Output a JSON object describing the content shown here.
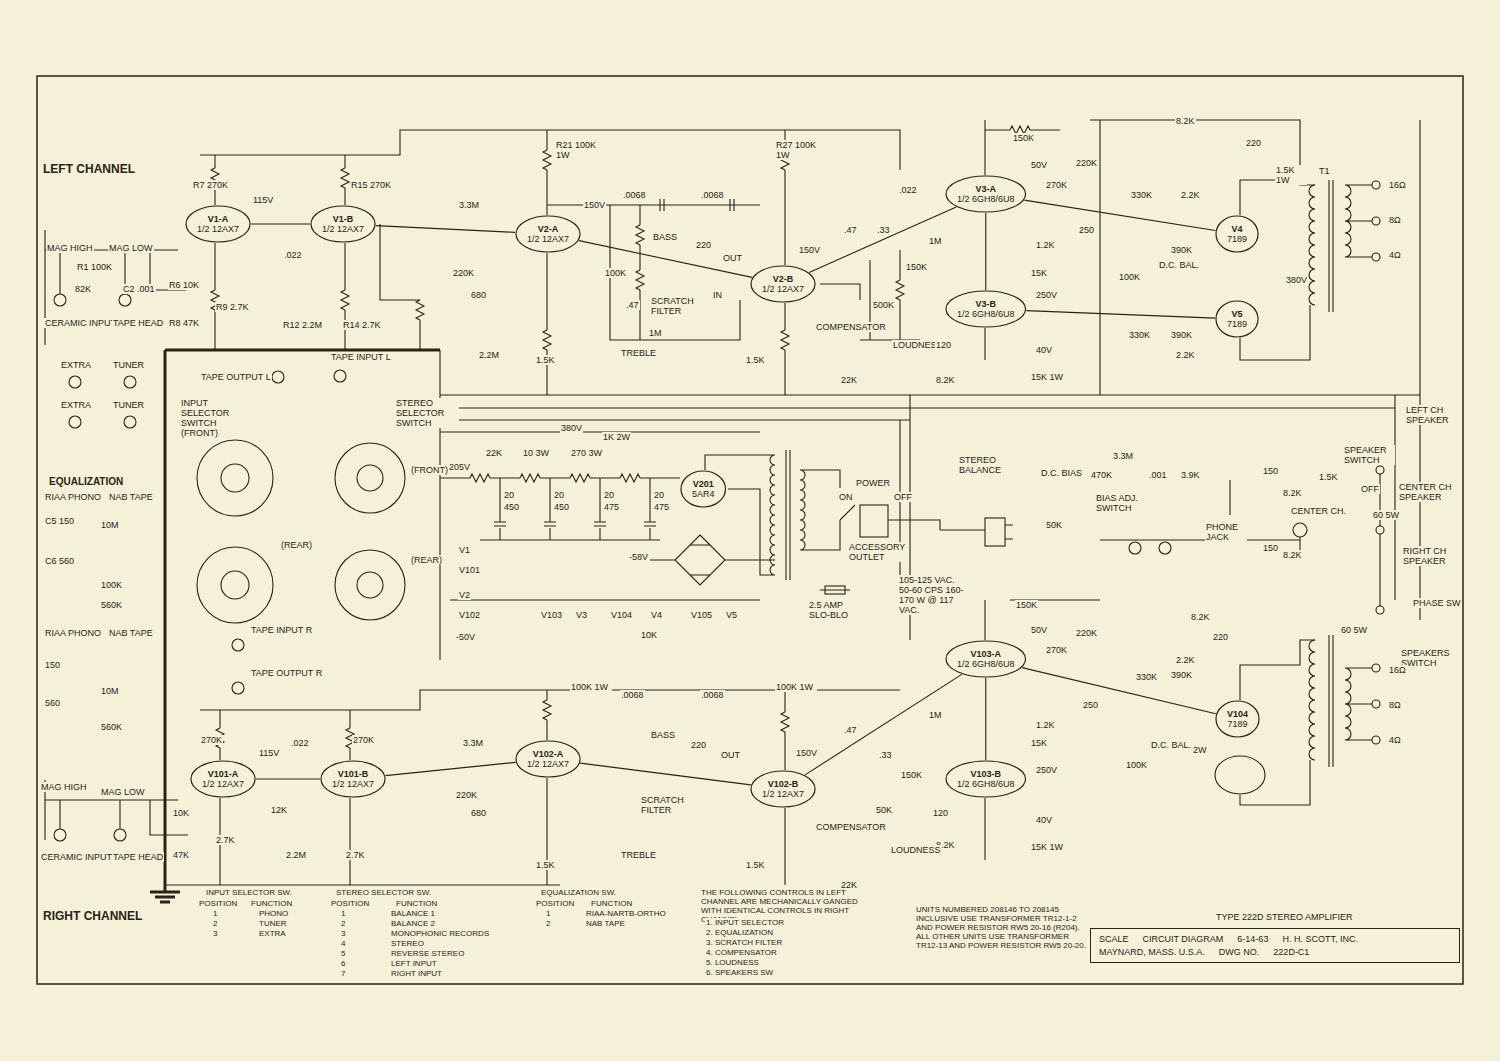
{
  "diagram": {
    "nodes": [
      {
        "text": [
          "V1-A",
          "1/2 12AX7"
        ]
      },
      {
        "text": [
          "V1-B",
          "1/2 12AX7"
        ]
      },
      {
        "text": [
          "V2-A",
          "1/2 12AX7"
        ]
      },
      {
        "text": [
          "V2-B",
          "1/2 12AX7"
        ]
      },
      {
        "text": [
          "V3-A",
          "1/2 6GH8/6U8"
        ]
      },
      {
        "text": [
          "V3-B",
          "1/2 6GH8/6U8"
        ]
      },
      {
        "text": [
          "V4",
          "7189"
        ]
      },
      {
        "text": [
          "V5",
          "7189"
        ]
      },
      {
        "text": [
          "V201",
          "5AR4"
        ]
      },
      {
        "text": [
          "V101-A",
          "1/2 12AX7"
        ]
      },
      {
        "text": [
          "V101-B",
          "1/2 12AX7"
        ]
      },
      {
        "text": [
          "V102-A",
          "1/2 12AX7"
        ]
      },
      {
        "text": [
          "V102-B",
          "1/2 12AX7"
        ]
      },
      {
        "text": [
          "V103-A",
          "1/2 6GH8/6U8"
        ]
      },
      {
        "text": [
          "V103-B",
          "1/2 6GH8/6U8"
        ]
      },
      {
        "text": [
          "V104",
          "7189"
        ]
      },
      {
        "text": [
          "SCALE",
          "CIRCUIT DIAGRAM",
          "6-14-63",
          "H. H. SCOTT, INC.",
          "MAYNARD, MASS. U.S.A.",
          "DWG NO.",
          "222D-C1"
        ]
      }
    ],
    "edges": [
      {
        "from": 0,
        "to": 1,
        "arrow": "none"
      },
      {
        "from": 1,
        "to": 2,
        "arrow": "none"
      },
      {
        "from": 2,
        "to": 3,
        "arrow": "none"
      },
      {
        "from": 3,
        "to": 4,
        "arrow": "none"
      },
      {
        "from": 4,
        "to": 5,
        "arrow": "none"
      },
      {
        "from": 4,
        "to": 6,
        "arrow": "none"
      },
      {
        "from": 5,
        "to": 7,
        "arrow": "none"
      },
      {
        "from": 9,
        "to": 10,
        "arrow": "none"
      },
      {
        "from": 10,
        "to": 11,
        "arrow": "none"
      },
      {
        "from": 11,
        "to": 12,
        "arrow": "none"
      },
      {
        "from": 12,
        "to": 13,
        "arrow": "none"
      },
      {
        "from": 13,
        "to": 14,
        "arrow": "none"
      },
      {
        "from": 13,
        "to": 15,
        "arrow": "none"
      }
    ],
    "labels": [
      "LEFT CHANNEL",
      "RIGHT CHANNEL",
      "MAG HIGH",
      "MAG LOW",
      "R1 100K",
      "82K",
      "C2 .001",
      "CERAMIC INPUT",
      "TAPE HEAD",
      "R7 270K",
      "115V",
      ".022",
      "R15 270K",
      "R6 10K",
      "R9 2.7K",
      "R12 2.2M",
      "R14 2.7K",
      "R8 47K",
      "EXTRA",
      "TUNER",
      "EXTRA",
      "TUNER",
      "EQUALIZATION",
      "RIAA PHONO",
      "NAB TAPE",
      "C5 150",
      "10M",
      "C6 560",
      "100K",
      "560K",
      "INPUT SELECTOR SWITCH (FRONT)",
      "(REAR)",
      "TAPE OUTPUT L",
      "TAPE INPUT L",
      "STEREO SELECTOR SWITCH",
      "(FRONT)",
      "(REAR)",
      "TAPE INPUT R",
      "TAPE OUTPUT R",
      "RIAA PHONO",
      "NAB TAPE",
      "150",
      "10M",
      "560",
      "560K",
      "MAG HIGH",
      "MAG LOW",
      "CERAMIC INPUT",
      "TAPE HEAD",
      "3.3M",
      "220K",
      "680",
      "2.2M",
      "1.5K",
      "R21 100K 1W",
      "150V",
      ".0068",
      ".0068",
      "BASS",
      "SCRATCH FILTER",
      "220",
      "OUT",
      "IN",
      "TREBLE",
      "1M",
      ".47",
      "100K",
      "R27 100K 1W",
      "150V",
      "1.5K",
      "COMPENSATOR",
      ".47",
      ".33",
      "150K",
      "500K",
      "LOUDNESS",
      "22K",
      ".022",
      "150K",
      "50V",
      "220K",
      "270K",
      "250",
      "1M",
      "1.2K",
      "15K",
      "250V",
      "40V",
      "120",
      "8.2K",
      "15K 1W",
      "8.2K",
      "220",
      "1.5K 1W",
      "330K",
      "2.2K",
      "390K",
      "100K",
      "D.C. BAL.",
      "390K",
      "330K",
      "2.2K",
      "380V",
      "T1",
      "16Ω",
      "8Ω",
      "4Ω",
      "380V",
      "205V",
      "22K",
      "20",
      "450",
      "20",
      "450",
      "20",
      "475",
      "20",
      "475",
      "10 3W",
      "270 3W",
      "1K 2W",
      "-58V",
      "-50V",
      "V1",
      "V101",
      "V2",
      "V102",
      "V103",
      "V3",
      "V104",
      "V4",
      "V105",
      "V5",
      "10K",
      "POWER",
      "ON",
      "OFF",
      "ACCESSORY OUTLET",
      "105-125 VAC. 50-60 CPS 160-170 W @ 117 VAC.",
      "2.5 AMP SLO-BLO",
      "STEREO BALANCE",
      "3.3M",
      "470K",
      ".001",
      "BIAS ADJ. SWITCH",
      "D.C. BIAS",
      "50K",
      "3.9K",
      "PHONE JACK",
      "150",
      "150",
      "8.2K",
      "8.2K",
      "1.5K",
      "CENTER CH.",
      "SPEAKER SWITCH",
      "LEFT CH SPEAKER",
      "CENTER CH SPEAKER",
      "RIGHT CH SPEAKER",
      "OFF",
      "60 5W",
      "PHASE SW",
      "SPEAKERS SWITCH",
      "60 5W",
      "16Ω",
      "8Ω",
      "4Ω",
      "8.2K",
      "220",
      "150K",
      "50V",
      "220K",
      "270K",
      "250",
      "1M",
      "1.2K",
      "15K",
      "250V",
      "40V",
      "120",
      "8.2K",
      "15K 1W",
      "330K",
      "390K",
      "2.2K",
      "D.C. BAL.",
      "100K",
      "2W",
      "270K",
      "115V",
      ".022",
      "270K",
      "10K",
      "2.7K",
      "12K",
      "2.2M",
      "2.7K",
      "47K",
      "3.3M",
      "220K",
      "680",
      "1.5K",
      "100K 1W",
      ".0068",
      ".0068",
      "BASS",
      "SCRATCH FILTER",
      "220",
      "OUT",
      "TREBLE",
      "100K 1W",
      "150V",
      "1.5K",
      "COMPENSATOR",
      ".47",
      ".33",
      "150K",
      "50K",
      "LOUDNESS",
      "22K",
      "INPUT SELECTOR SW.",
      "POSITION",
      "FUNCTION",
      "1",
      "PHONO",
      "2",
      "TUNER",
      "3",
      "EXTRA",
      "STEREO SELECTOR SW.",
      "POSITION",
      "FUNCTION",
      "1",
      "BALANCE 1",
      "2",
      "BALANCE 2",
      "3",
      "MONOPHONIC RECORDS",
      "4",
      "STEREO",
      "5",
      "REVERSE STEREO",
      "6",
      "LEFT INPUT",
      "7",
      "RIGHT INPUT",
      "EQUALIZATION SW.",
      "POSITION",
      "FUNCTION",
      "1",
      "RIAA-NARTB-ORTHO",
      "2",
      "NAB TAPE",
      "THE FOLLOWING CONTROLS IN LEFT CHANNEL ARE MECHANICALLY GANGED WITH IDENTICAL CONTROLS IN RIGHT CHANNEL",
      "1. INPUT SELECTOR",
      "2. EQUALIZATION",
      "3. SCRATCH FILTER",
      "4. COMPENSATOR",
      "5. LOUDNESS",
      "6. SPEAKERS SW",
      "UNITS NUMBERED 208146 TO 208145 INCLUSIVE USE TRANSFORMER TR12-1-2 AND POWER RESISTOR RW5 20-16 (R204). ALL OTHER UNITS USE TRANSFORMER TR12-13 AND POWER RESISTOR RW5 20-20.",
      "TYPE 222D STEREO AMPLIFIER"
    ]
  }
}
